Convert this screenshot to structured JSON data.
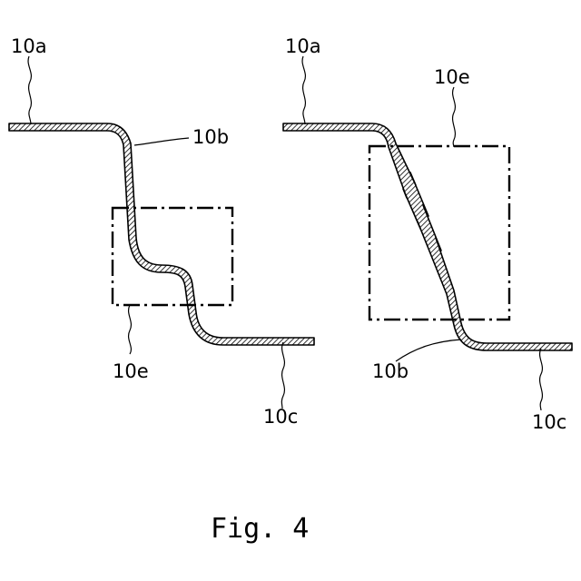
{
  "left_panel": {
    "label_top": "10a",
    "label_bend": "10b",
    "label_region": "10e",
    "label_bottom": "10c"
  },
  "right_panel": {
    "label_top": "10a",
    "label_region": "10e",
    "label_bend": "10b",
    "label_bottom": "10c"
  },
  "caption": "Fig. 4"
}
